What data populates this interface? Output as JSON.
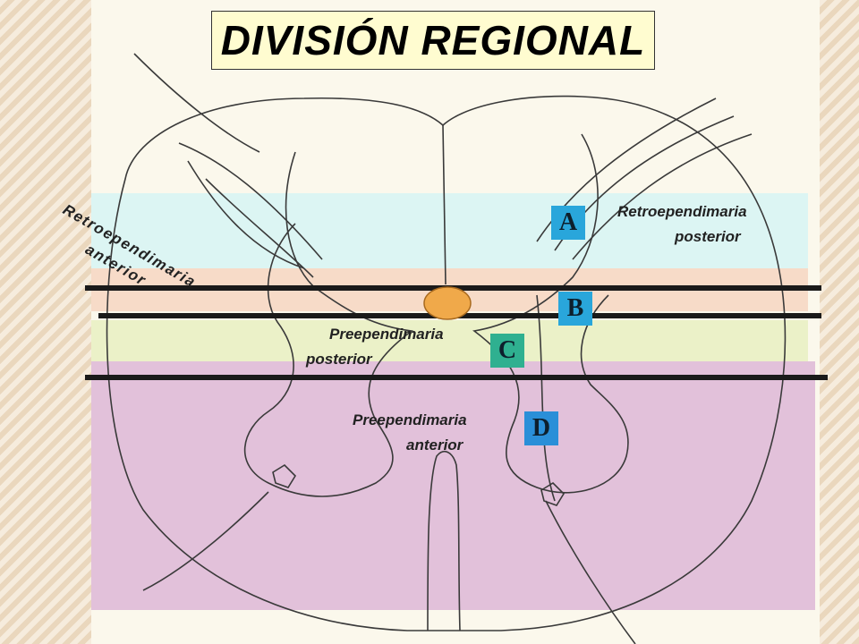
{
  "title": "DIVISIÓN REGIONAL",
  "regions": [
    {
      "letter": "A",
      "name_line1": "Retroependimaria",
      "name_line2": "posterior",
      "color": "#d8f4f4"
    },
    {
      "letter": "B",
      "name_line1": "Retroependimaria",
      "name_line2": "anterior",
      "color": "#f7d9c6"
    },
    {
      "letter": "C",
      "name_line1": "Preependimaria",
      "name_line2": "posterior",
      "color": "#eaf0c6"
    },
    {
      "letter": "D",
      "name_line1": "Preependimaria",
      "name_line2": "anterior",
      "color": "#dfbcd8"
    }
  ],
  "central_canal_color": "#f0a94a"
}
